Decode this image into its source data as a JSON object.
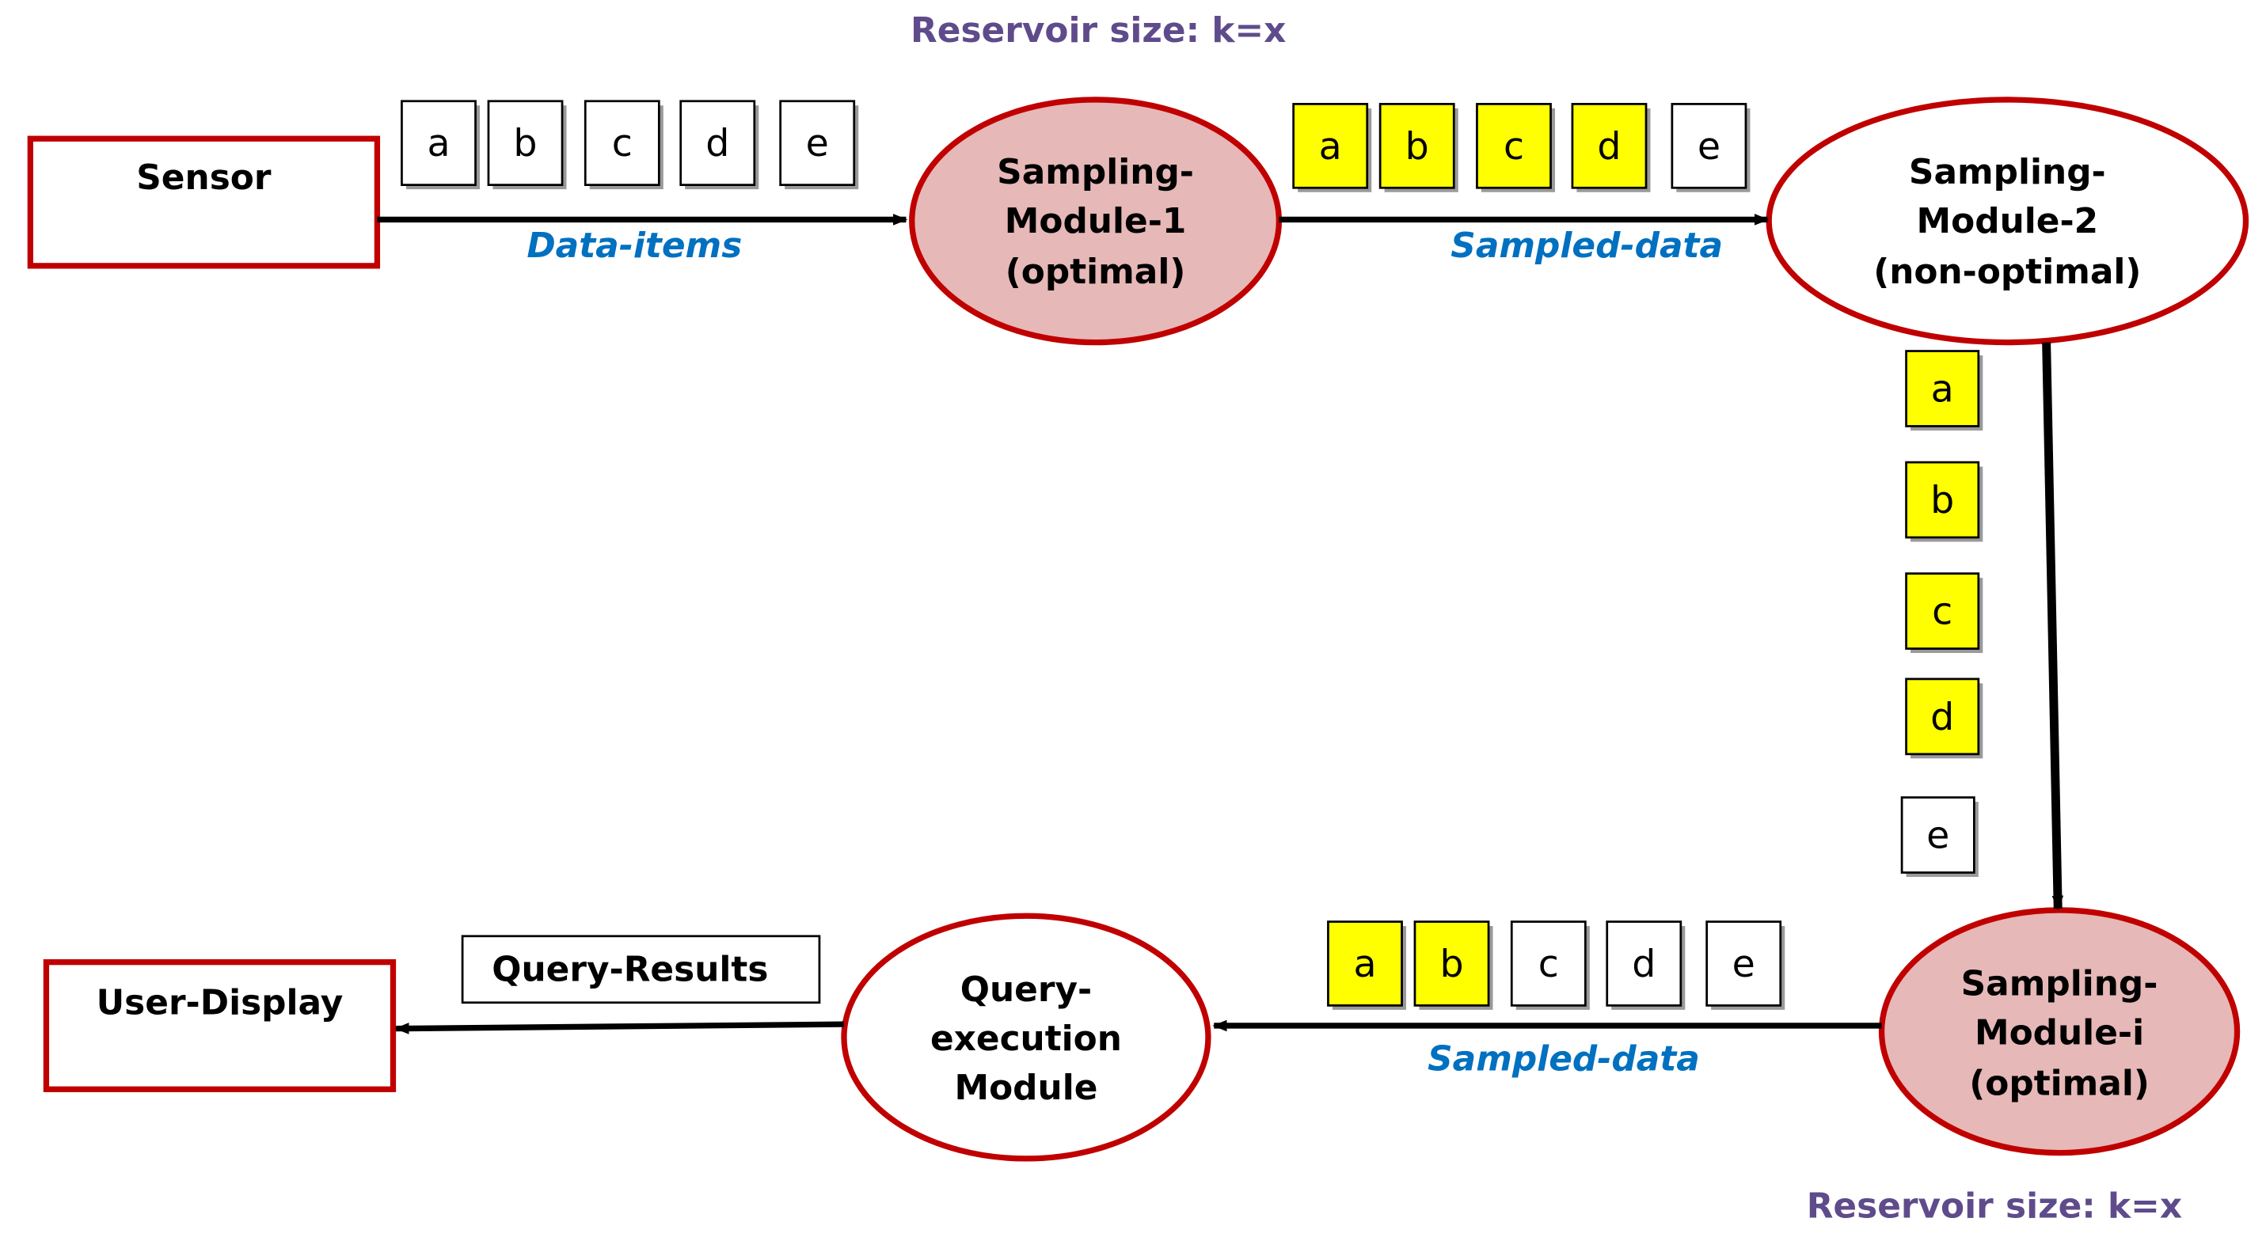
{
  "reservoir_top": "Reservoir size: k=x",
  "reservoir_bottom": "Reservoir size: k=x",
  "sensor": "Sensor",
  "user_display": "User-Display",
  "query_results": "Query-Results",
  "module1": [
    "Sampling-",
    "Module-1",
    "(optimal)"
  ],
  "module2": [
    "Sampling-",
    "Module-2",
    "(non-optimal)"
  ],
  "module_i": [
    "Sampling-",
    "Module-i",
    "(optimal)"
  ],
  "query_module": [
    "Query-",
    "execution",
    "Module"
  ],
  "labels": {
    "data_items": "Data-items",
    "sampled_top": "Sampled-data",
    "sampled_bottom": "Sampled-data"
  },
  "items": {
    "sensor_stream": [
      {
        "label": "a",
        "sampled": false
      },
      {
        "label": "b",
        "sampled": false
      },
      {
        "label": "c",
        "sampled": false
      },
      {
        "label": "d",
        "sampled": false
      },
      {
        "label": "e",
        "sampled": false
      }
    ],
    "module1_out": [
      {
        "label": "a",
        "sampled": true
      },
      {
        "label": "b",
        "sampled": true
      },
      {
        "label": "c",
        "sampled": true
      },
      {
        "label": "d",
        "sampled": true
      },
      {
        "label": "e",
        "sampled": false
      }
    ],
    "module2_out": [
      {
        "label": "a",
        "sampled": true
      },
      {
        "label": "b",
        "sampled": true
      },
      {
        "label": "c",
        "sampled": true
      },
      {
        "label": "d",
        "sampled": true
      },
      {
        "label": "e",
        "sampled": false
      }
    ],
    "modulei_out": [
      {
        "label": "a",
        "sampled": true
      },
      {
        "label": "b",
        "sampled": true
      },
      {
        "label": "c",
        "sampled": false
      },
      {
        "label": "d",
        "sampled": false
      },
      {
        "label": "e",
        "sampled": false
      }
    ]
  },
  "colors": {
    "module_border": "#c00000",
    "optimal_fill": "#e6b8b7",
    "plain_fill": "#ffffff",
    "sampled_fill": "#ffff00",
    "unsampled_fill": "#ffffff",
    "flow_label": "#0070c0",
    "reservoir_label": "#5f4b8b"
  }
}
